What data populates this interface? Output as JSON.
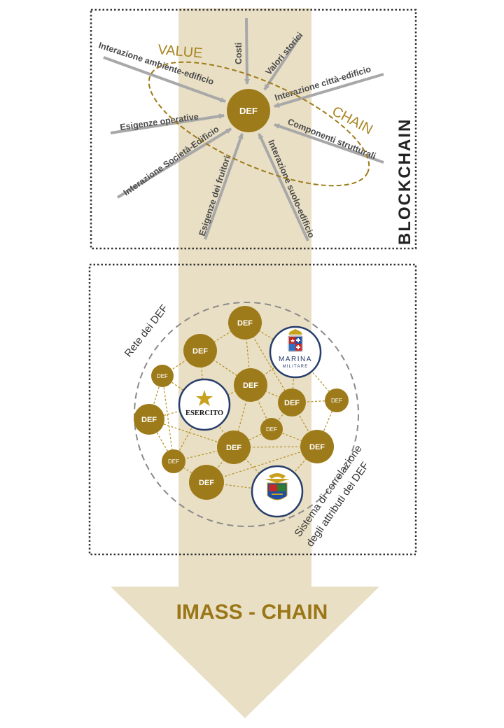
{
  "blockchain": {
    "side_label": "BLOCKCHAIN",
    "center_node": "DEF",
    "value_label": "VALUE",
    "chain_label": "CHAIN",
    "rays": [
      {
        "label": "Interazione ambiente-edificio"
      },
      {
        "label": "Costi"
      },
      {
        "label": "Valori storici"
      },
      {
        "label": "Interazione città-edificio"
      },
      {
        "label": "Esigenze operative"
      },
      {
        "label": "Componenti strutturali"
      },
      {
        "label": "Interazione Società-Edificio"
      },
      {
        "label": "Esigenze dei fruitori"
      },
      {
        "label": "Interazione suolo-edificio"
      }
    ]
  },
  "network": {
    "rete_label": "Rete dei DEF",
    "sistema_line1": "Sistema di correlazione",
    "sistema_line2": "degli attributi dei DEF",
    "node_label": "DEF",
    "logos": {
      "esercito": "ESERCITO",
      "marina_line1": "MARINA",
      "marina_line2": "MILITARE"
    }
  },
  "arrow_title": "IMASS - CHAIN",
  "colors": {
    "gold": "#9e7b1a",
    "gold_dark": "#8a6a12",
    "beige": "#e9dfc4",
    "ray_gray": "#a8a8a8",
    "navy": "#263d6b",
    "title_gold": "#9a7616"
  }
}
